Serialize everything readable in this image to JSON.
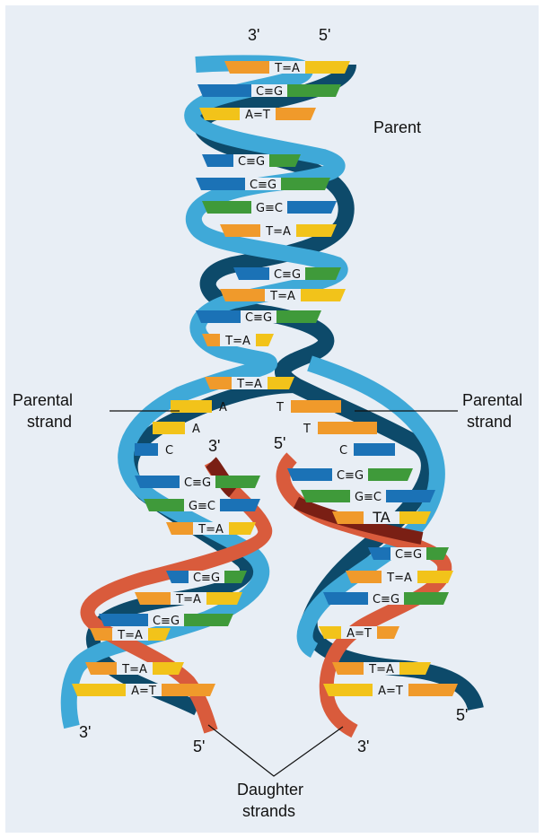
{
  "labels": {
    "top_left_end": "3'",
    "top_right_end": "5'",
    "parent": "Parent",
    "parental_strand_left": [
      "Parental",
      "strand"
    ],
    "parental_strand_right": [
      "Parental",
      "strand"
    ],
    "left_daughter_top": "3'",
    "right_daughter_top": "5'",
    "bottom_left_3": "3'",
    "bottom_left_5": "5'",
    "bottom_right_3": "3'",
    "bottom_right_5": "5'",
    "daughter_strands": [
      "Daughter",
      "strands"
    ]
  },
  "parent_pairs": [
    "T=A",
    "C≡G",
    "A=T",
    "C≡G",
    "C≡G",
    "G≡C",
    "T=A",
    "C≡G",
    "T=A",
    "C≡G",
    "T=A",
    "T=A"
  ],
  "fork_unpaired": {
    "left": [
      "A",
      "A",
      "C"
    ],
    "right": [
      "T",
      "T",
      "C"
    ]
  },
  "left_daughter_pairs": [
    "C≡G",
    "G≡C",
    "T=A",
    "C≡G",
    "T=A",
    "C≡G",
    "T=A",
    "T=A",
    "A=T"
  ],
  "right_daughter_pairs": [
    "C≡G",
    "G≡C",
    "TA",
    "C≡G",
    "T=A",
    "C≡G",
    "A=T",
    "T=A",
    "A=T"
  ],
  "colors": {
    "background": "#e8eef5",
    "parent_strand_light": "#3fa9d8",
    "parent_strand_dark": "#0d4a6a",
    "daughter_strand_light": "#d95b3c",
    "daughter_strand_dark": "#7a1f14",
    "adenine": "#f2c31a",
    "thymine": "#f09a2b",
    "cytosine": "#1b72b6",
    "guanine": "#3f9a3a"
  }
}
